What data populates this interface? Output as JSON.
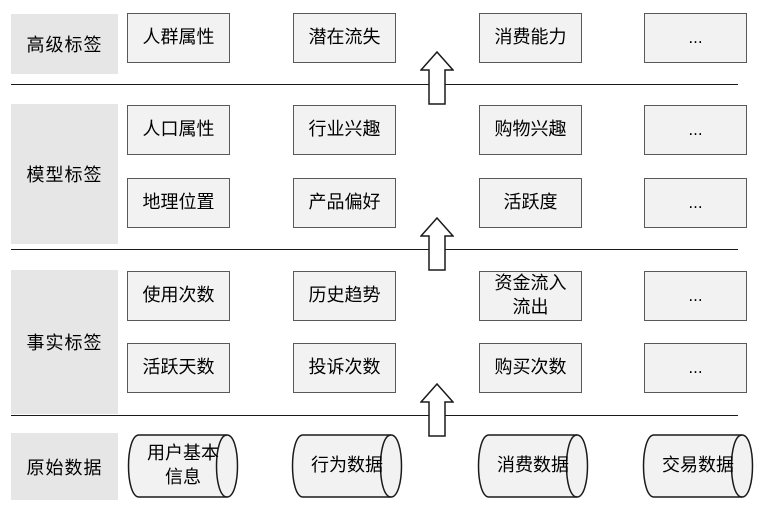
{
  "layers": {
    "advanced": {
      "label": "高级标签",
      "items": [
        "人群属性",
        "潜在流失",
        "消费能力",
        "..."
      ]
    },
    "model": {
      "label": "模型标签",
      "row1": [
        "人口属性",
        "行业兴趣",
        "购物兴趣",
        "..."
      ],
      "row2": [
        "地理位置",
        "产品偏好",
        "活跃度",
        "..."
      ]
    },
    "fact": {
      "label": "事实标签",
      "row1": [
        "使用次数",
        "历史趋势",
        "资金流入\n流出",
        "..."
      ],
      "row2": [
        "活跃天数",
        "投诉次数",
        "购买次数",
        "..."
      ]
    },
    "raw": {
      "label": "原始数据",
      "items": [
        "用户基本\n信息",
        "行为数据",
        "消费数据",
        "交易数据"
      ]
    }
  }
}
